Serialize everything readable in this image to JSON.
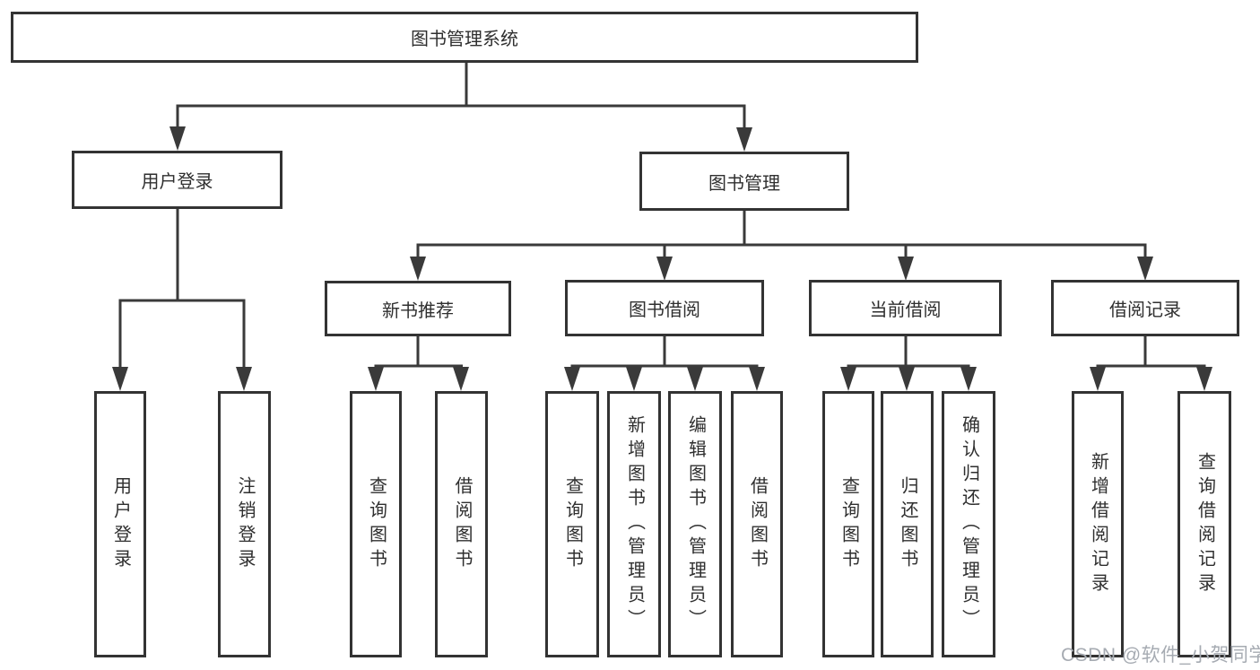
{
  "title": "图书管理系统",
  "tree": {
    "label": "图书管理系统",
    "children": [
      {
        "label": "用户登录",
        "children": [
          {
            "label": "用户登录"
          },
          {
            "label": "注销登录"
          }
        ]
      },
      {
        "label": "图书管理",
        "children": [
          {
            "label": "新书推荐",
            "children": [
              {
                "label": "查询图书"
              },
              {
                "label": "借阅图书"
              }
            ]
          },
          {
            "label": "图书借阅",
            "children": [
              {
                "label": "查询图书"
              },
              {
                "label": "新增图书（管理员）"
              },
              {
                "label": "编辑图书（管理员）"
              },
              {
                "label": "借阅图书"
              }
            ]
          },
          {
            "label": "当前借阅",
            "children": [
              {
                "label": "查询图书"
              },
              {
                "label": "归还图书"
              },
              {
                "label": "确认归还（管理员）"
              }
            ]
          },
          {
            "label": "借阅记录",
            "children": [
              {
                "label": "新增借阅记录"
              },
              {
                "label": "查询借阅记录"
              }
            ]
          }
        ]
      }
    ]
  },
  "watermark": {
    "text": "CSDN @软件_小贺同学"
  },
  "colors": {
    "line": "#3a3a3a",
    "border": "#333333",
    "text": "#2f2f2f",
    "box_fill": "#ffffff",
    "background": "#ffffff",
    "watermark": "#a6abb2"
  }
}
